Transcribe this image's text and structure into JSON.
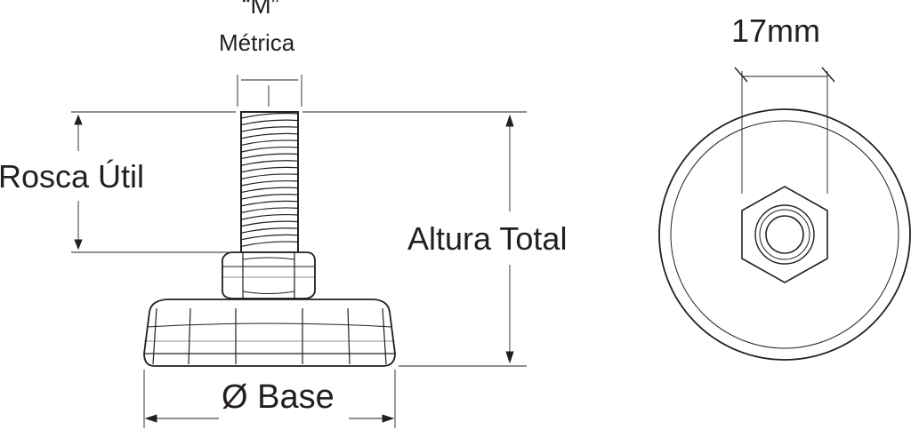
{
  "labels": {
    "m_quote": "“M”",
    "metrica": "Métrica",
    "rosca_util": "Rosca Útil",
    "altura_total": "Altura Total",
    "base": "Ø Base",
    "width_17": "17mm"
  },
  "colors": {
    "line": "#231f20",
    "background": "#ffffff"
  }
}
